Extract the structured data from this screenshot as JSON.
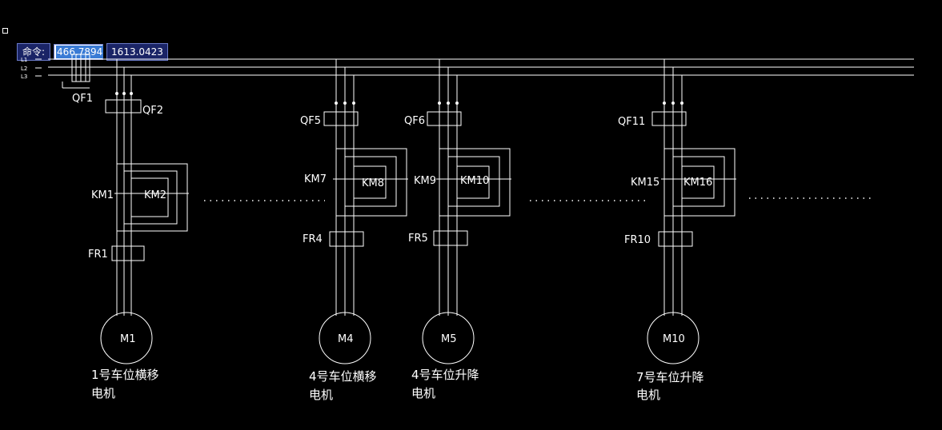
{
  "command": {
    "prompt_label": "命令:",
    "x_value": "466.7894",
    "y_value": "1613.0423"
  },
  "bus": {
    "lines": [
      "L1",
      "L2",
      "L3"
    ],
    "main_breaker": "QF1"
  },
  "branches": [
    {
      "breaker": "QF2",
      "contactor_a": "KM1",
      "contactor_b": "KM2",
      "relay": "FR1",
      "motor": "M1",
      "caption_1": "1号车位横移",
      "caption_2": "电机"
    },
    {
      "breaker": "QF5",
      "contactor_a": "KM7",
      "contactor_b": "KM8",
      "relay": "FR4",
      "motor": "M4",
      "caption_1": "4号车位横移",
      "caption_2": "电机"
    },
    {
      "breaker": "QF6",
      "contactor_a": "KM9",
      "contactor_b": "KM10",
      "relay": "FR5",
      "motor": "M5",
      "caption_1": "4号车位升降",
      "caption_2": "电机"
    },
    {
      "breaker": "QF11",
      "contactor_a": "KM15",
      "contactor_b": "KM16",
      "relay": "FR10",
      "motor": "M10",
      "caption_1": "7号车位升降",
      "caption_2": "电机"
    }
  ],
  "colors": {
    "background": "#000000",
    "line": "#ffffff",
    "cmd_bg": "#1a2466",
    "cmd_highlight": "#3a7bd5"
  }
}
